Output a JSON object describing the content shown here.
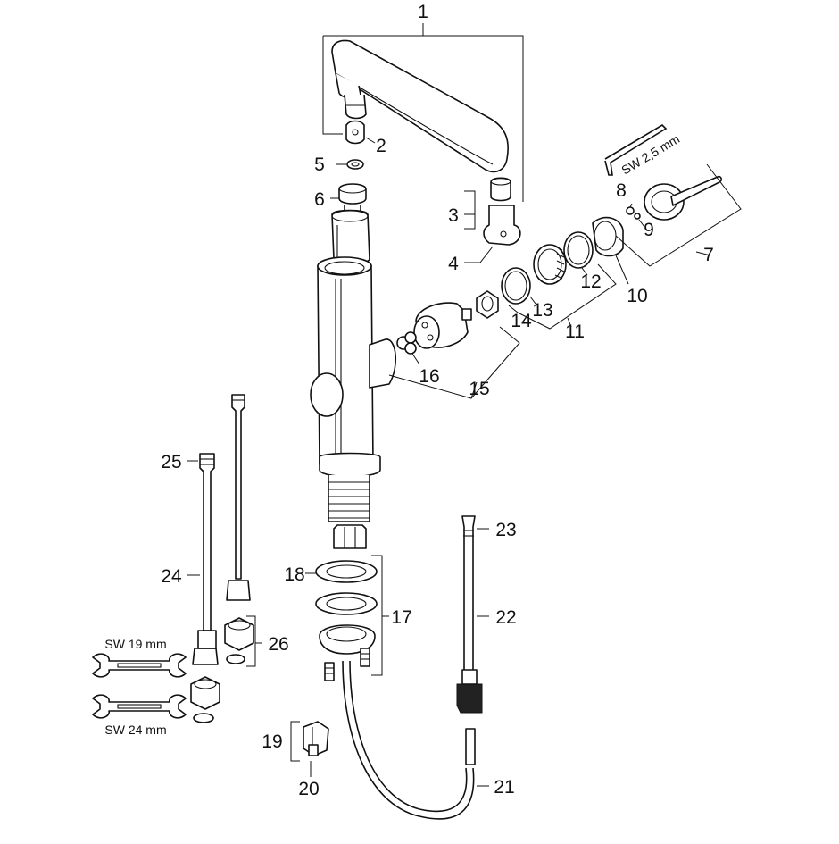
{
  "diagram": {
    "part_numbers": [
      "1",
      "2",
      "3",
      "4",
      "5",
      "6",
      "7",
      "8",
      "9",
      "10",
      "11",
      "12",
      "13",
      "14",
      "15",
      "16",
      "17",
      "18",
      "19",
      "20",
      "21",
      "22",
      "23",
      "24",
      "25",
      "26"
    ],
    "tool_labels": {
      "allen_key": "SW 2,5 mm",
      "wrench_19": "SW 19 mm",
      "wrench_24": "SW 24 mm"
    }
  }
}
